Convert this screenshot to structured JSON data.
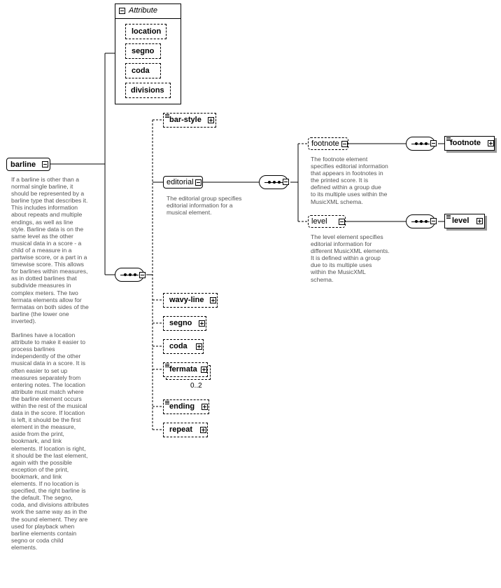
{
  "attribute_group": {
    "header": "Attribute",
    "items": [
      "location",
      "segno",
      "coda",
      "divisions"
    ]
  },
  "root": {
    "name": "barline",
    "documentation": [
      "If a barline is other than a",
      "normal single barline, it",
      "should be represented by a",
      "barline type that describes it.",
      "This includes information",
      "about repeats and multiple",
      "endings, as well as line",
      "style. Barline data is on the",
      "same level as the other",
      "musical data in a score - a",
      "child of a measure in a",
      "partwise score, or a part in a",
      "timewise score. This allows",
      "for barlines within measures,",
      "as in dotted barlines that",
      "subdivide measures in",
      "complex meters. The two",
      "fermata elements allow for",
      "fermatas on both sides of the",
      "barline (the lower one",
      "inverted).",
      "",
      "Barlines have a location",
      "attribute to make it easier to",
      "process barlines",
      "independently of the other",
      "musical data in a score. It is",
      "often easier to set up",
      "measures separately from",
      "entering notes. The location",
      "attribute must match where",
      "the barline element occurs",
      "within the rest of the musical",
      "data in the score. If location",
      "is left, it should be the first",
      "element in the measure,",
      "aside from the print,",
      "bookmark, and link",
      "elements. If location is right,",
      "it should be the last element,",
      "again with the possible",
      "exception of the print,",
      "bookmark, and link",
      "elements. If no location is",
      "specified, the right barline is",
      "the default. The segno,",
      "coda, and divisions attributes",
      "work the same way as in the",
      "the sound element. They are",
      "used for playback when",
      "barline elements contain",
      "segno or coda child",
      "elements."
    ]
  },
  "children": {
    "bar_style": "bar-style",
    "editorial": "editorial",
    "editorial_doc": [
      "The editorial group specifies",
      "editorial information for a",
      "musical element."
    ],
    "wavy_line": "wavy-line",
    "segno": "segno",
    "coda": "coda",
    "fermata": "fermata",
    "fermata_occurs": "0..2",
    "ending": "ending",
    "repeat": "repeat"
  },
  "editorial_group": {
    "footnote": "footnote",
    "footnote_doc": [
      "The footnote element",
      "specifies editorial information",
      "that appears in footnotes in",
      "the printed score. It is",
      "defined within a group due",
      "to its multiple uses within the",
      "MusicXML schema."
    ],
    "footnote_ref": "footnote",
    "level": "level",
    "level_doc": [
      "The level element specifies",
      "editorial information for",
      "different MusicXML elements.",
      "It is defined within a group",
      "due to its multiple uses",
      "within the MusicXML",
      "schema."
    ],
    "level_ref": "level"
  }
}
